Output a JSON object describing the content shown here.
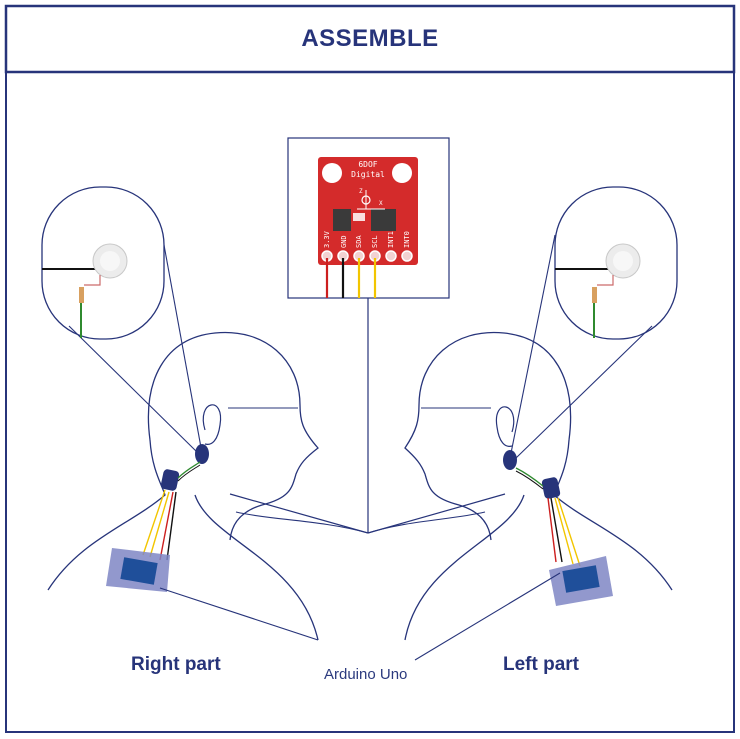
{
  "header": {
    "title": "ASSEMBLE"
  },
  "labels": {
    "right_part": "Right part",
    "left_part": "Left part",
    "board": "Arduino Uno"
  },
  "sensor": {
    "name_line1": "6DOF",
    "name_line2": "Digital",
    "pins": [
      "3.3V",
      "GND",
      "SDA",
      "SCL",
      "INT1",
      "INT0"
    ],
    "axis_z": "Z",
    "axis_x": "X"
  },
  "colors": {
    "outline": "#27347a",
    "board_red": "#d42b2b",
    "wire_red": "#cc1f1f",
    "wire_black": "#111111",
    "wire_yellow": "#f2c500",
    "wire_green": "#2f8a2f",
    "arduino_fill": "#7f86c4"
  }
}
